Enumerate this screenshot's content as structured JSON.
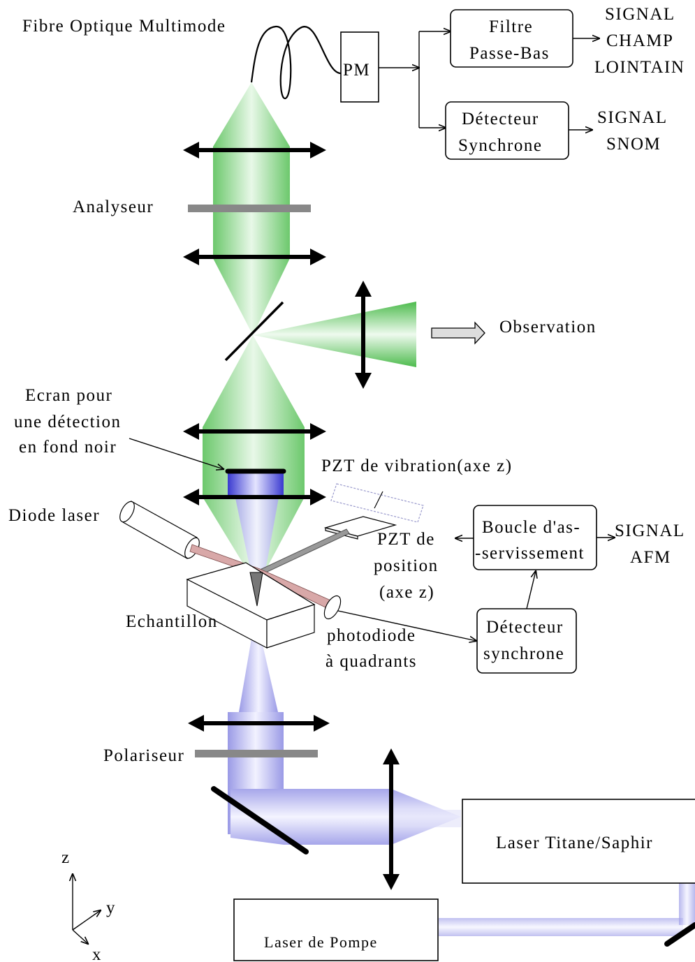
{
  "labels": {
    "fibre": "Fibre Optique Multimode",
    "pm": "PM",
    "filtre1": "Filtre",
    "filtre2": "Passe-Bas",
    "sig_champ1": "SIGNAL",
    "sig_champ2": "CHAMP",
    "sig_champ3": "LOINTAIN",
    "detsync_top1": "Détecteur",
    "detsync_top2": "Synchrone",
    "sig_snom1": "SIGNAL",
    "sig_snom2": "SNOM",
    "analyseur": "Analyseur",
    "observation": "Observation",
    "ecran1": "Ecran pour",
    "ecran2": "une détection",
    "ecran3": "en fond noir",
    "pzt_vib": "PZT de vibration(axe z)",
    "diode": "Diode laser",
    "pzt_pos1": "PZT de",
    "pzt_pos2": "position",
    "pzt_pos3": "(axe z)",
    "boucle1": "Boucle d'as-",
    "boucle2": "-servissement",
    "sig_afm1": "SIGNAL",
    "sig_afm2": "AFM",
    "echantillon": "Echantillon",
    "photo1": "photodiode",
    "photo2": "à quadrants",
    "detsync_bot1": "Détecteur",
    "detsync_bot2": "synchrone",
    "polariseur": "Polariseur",
    "laser_ti": "Laser Titane/Saphir",
    "laser_pompe": "Laser de Pompe",
    "axis_z": "z",
    "axis_y": "y",
    "axis_x": "x"
  },
  "colors": {
    "green": "#4dbb4d",
    "blue": "#8a8ae0",
    "grey_plate": "#888888"
  }
}
